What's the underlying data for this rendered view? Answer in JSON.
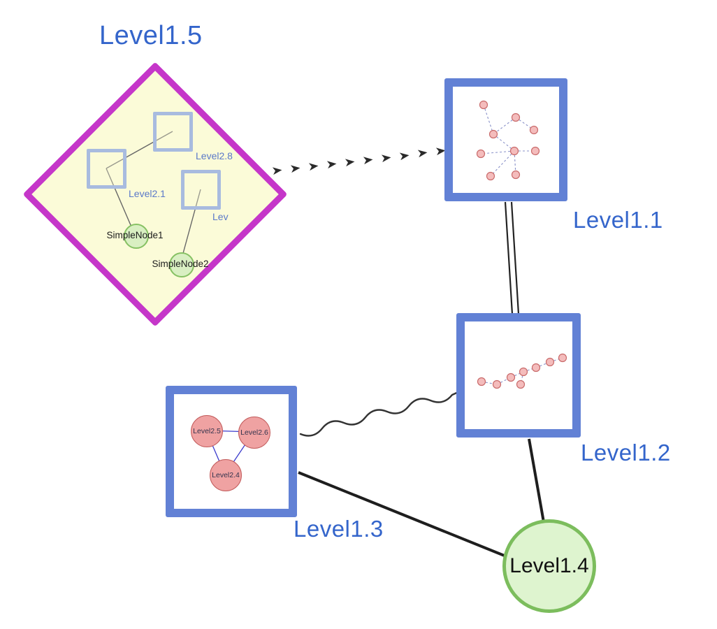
{
  "colors": {
    "label_blue": "#3465cb",
    "group_border_blue": "#6281d5",
    "diamond_magenta": "#c536c9",
    "diamond_fill": "#fbfbd8",
    "inner_square_border": "#a8bbdf",
    "green_fill": "#def4cf",
    "green_border": "#7cbd5d",
    "pink_fill": "#efa2a2",
    "pink_border": "#c25b5b",
    "mini_edge_blue": "#8890c8",
    "edge_black": "#222222"
  },
  "nodes": {
    "level1_5": {
      "label": "Level1.5",
      "shape": "diamond"
    },
    "level1_1": {
      "label": "Level1.1",
      "shape": "square-group"
    },
    "level1_2": {
      "label": "Level1.2",
      "shape": "square-group"
    },
    "level1_3": {
      "label": "Level1.3",
      "shape": "square-group"
    },
    "level1_4": {
      "label": "Level1.4",
      "shape": "circle"
    },
    "level2_8": {
      "label": "Level2.8",
      "shape": "square"
    },
    "level2_1": {
      "label": "Level2.1",
      "shape": "square"
    },
    "level2_trunc": {
      "label": "Lev",
      "shape": "square"
    },
    "simple_node_1": {
      "label": "SimpleNode1",
      "shape": "circle"
    },
    "simple_node_2": {
      "label": "SimpleNode2",
      "shape": "circle"
    },
    "level2_5": {
      "label": "Level2.5",
      "shape": "circle"
    },
    "level2_6": {
      "label": "Level2.6",
      "shape": "circle"
    },
    "level2_4": {
      "label": "Level2.4",
      "shape": "circle"
    }
  },
  "edges": [
    {
      "from": "Level1.5",
      "to": "Level1.1",
      "style": "thick-dashed-arrow"
    },
    {
      "from": "Level1.1",
      "to": "Level1.2",
      "style": "double-line"
    },
    {
      "from": "Level1.3",
      "to": "Level1.2",
      "style": "wavy"
    },
    {
      "from": "Level1.3",
      "to": "Level1.4",
      "style": "solid"
    },
    {
      "from": "Level1.2",
      "to": "Level1.4",
      "style": "solid"
    },
    {
      "from": "Level2.1",
      "to": "Level2.8",
      "style": "solid"
    },
    {
      "from": "Level2.1",
      "to": "SimpleNode1",
      "style": "solid"
    },
    {
      "from": "Lev",
      "to": "SimpleNode2",
      "style": "solid"
    },
    {
      "from": "Level2.5",
      "to": "Level2.6",
      "style": "solid"
    },
    {
      "from": "Level2.5",
      "to": "Level2.4",
      "style": "solid"
    },
    {
      "from": "Level2.6",
      "to": "Level2.4",
      "style": "solid"
    }
  ]
}
